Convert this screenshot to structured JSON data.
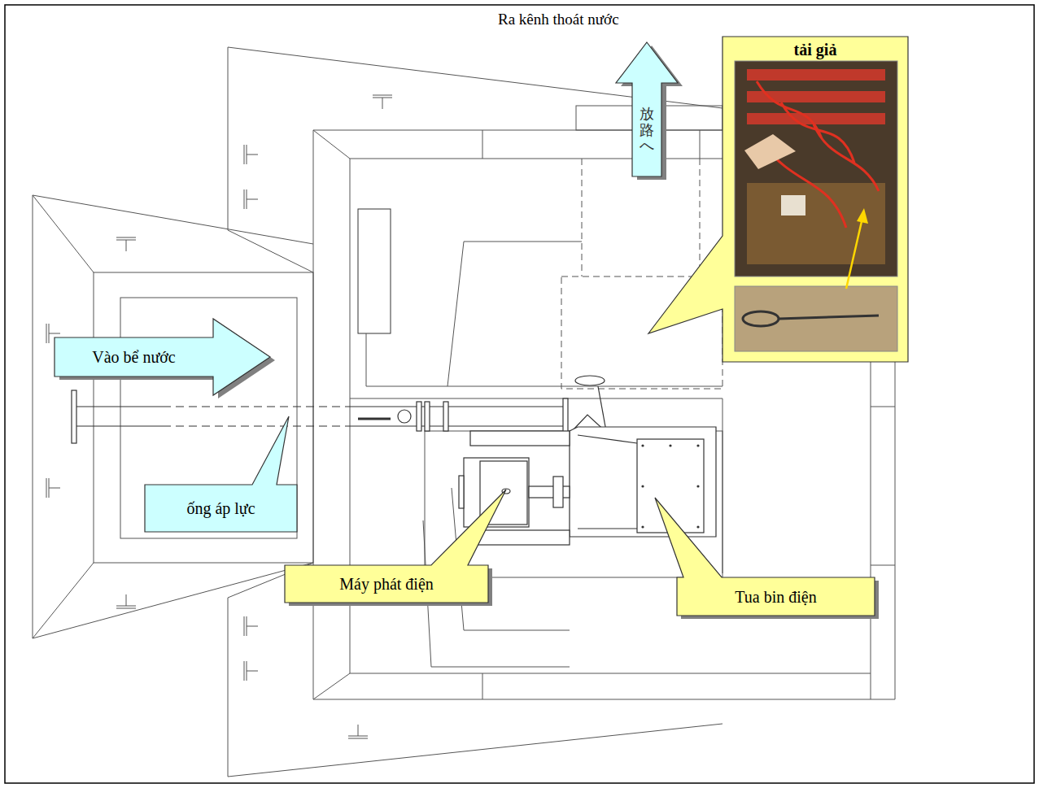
{
  "diagram": {
    "nodes": [
      {
        "text": [
          "放路へ"
        ]
      },
      {
        "text": [
          "tải giả"
        ]
      },
      {
        "text": [
          "Vào bể nước"
        ]
      },
      {
        "text": [
          "ống áp lực"
        ]
      },
      {
        "text": [
          "Máy phát điện"
        ]
      },
      {
        "text": [
          "Tua bin điện"
        ]
      }
    ],
    "labels": [
      "Ra kênh thoát nước"
    ]
  }
}
